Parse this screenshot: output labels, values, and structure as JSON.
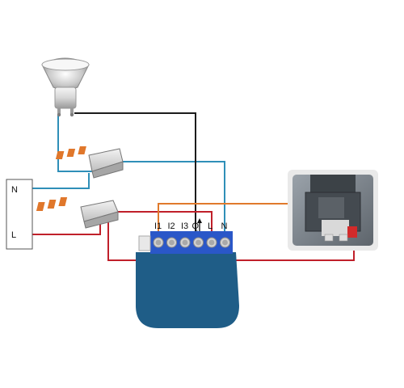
{
  "supply": {
    "neutral_label": "N",
    "live_label": "L"
  },
  "relay": {
    "terminals": [
      {
        "id": "i1",
        "label": "I1"
      },
      {
        "id": "i2",
        "label": "I2"
      },
      {
        "id": "i3",
        "label": "I3"
      },
      {
        "id": "q",
        "label": "Q"
      },
      {
        "id": "l",
        "label": "L"
      },
      {
        "id": "n",
        "label": "N"
      }
    ]
  },
  "colors": {
    "neutral_wire": "#2f8fb8",
    "live_wire": "#c0202a",
    "load_wire": "#1c1c1c",
    "switch_wire": "#e07a2c",
    "module_top": "#2a57c8",
    "module_body": "#1f5d87"
  },
  "icons": [
    "halogen-bulb-icon",
    "wago-connector-icon",
    "wall-switch-icon",
    "arrow-up-icon"
  ]
}
